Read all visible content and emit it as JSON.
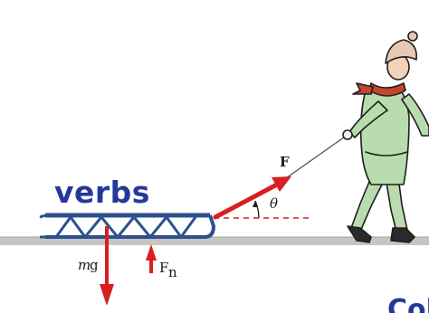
{
  "overlay": {
    "word": "verbs",
    "corner_fragment": "Col"
  },
  "labels": {
    "applied_force": "F",
    "angle": "θ",
    "weight_m": "m",
    "weight_g": "g",
    "normal_force": "F",
    "normal_sub": "n"
  },
  "colors": {
    "force_vector": "#d81e1e",
    "overlay_text": "#23399a",
    "sled": "#2f4f8f",
    "ground": "#c8c4c0",
    "coat": "#b9dcae",
    "outline": "#1e1e1e"
  }
}
